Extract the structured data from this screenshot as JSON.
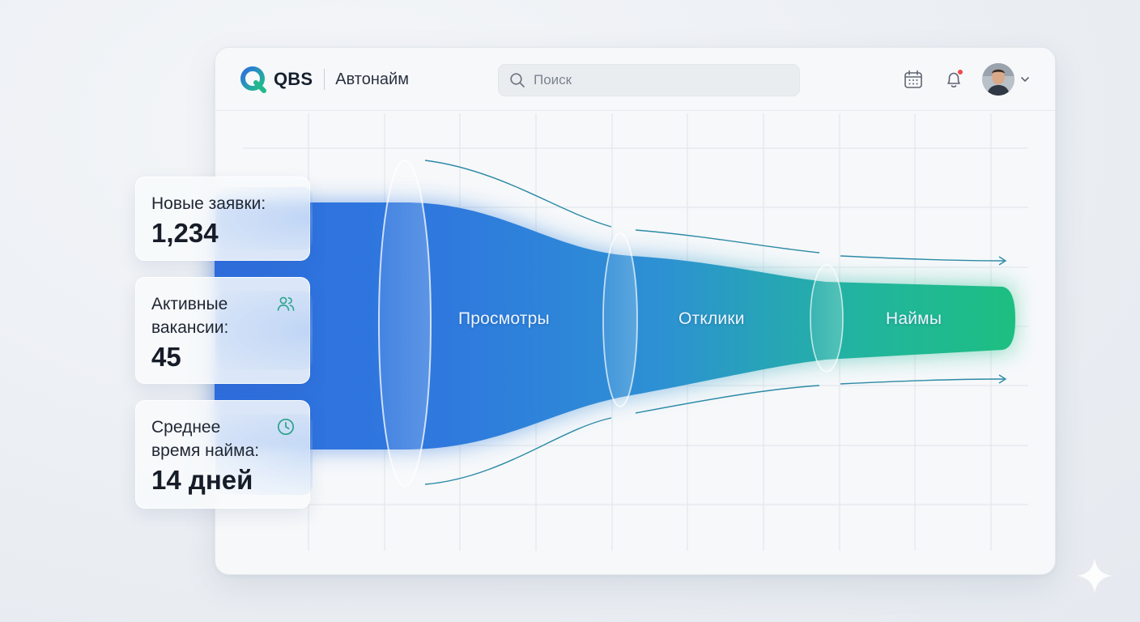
{
  "app": {
    "brand": "QBS",
    "product": "Автонайм"
  },
  "search": {
    "placeholder": "Поиск"
  },
  "header_icons": [
    "calendar-icon",
    "bell-icon",
    "avatar",
    "chevron-down-icon"
  ],
  "kpis": [
    {
      "label": "Новые заявки:",
      "value": "1,234",
      "icon": ""
    },
    {
      "label": "Активные\nвакансии:",
      "value": "45",
      "icon": "users-icon"
    },
    {
      "label": "Среднее\nвремя найма:",
      "value": "14 дней",
      "icon": "clock-icon"
    }
  ],
  "funnel": {
    "stages": [
      "Просмотры",
      "Отклики",
      "Наймы"
    ],
    "colors": {
      "start": "#2f6fe0",
      "mid": "#2f8fd8",
      "end": "#1fbf84"
    }
  },
  "colors": {
    "accent_blue": "#2f6fe0",
    "accent_green": "#1fbf84",
    "notification": "#ef4a4a",
    "icon_teal": "#2aa38a"
  }
}
